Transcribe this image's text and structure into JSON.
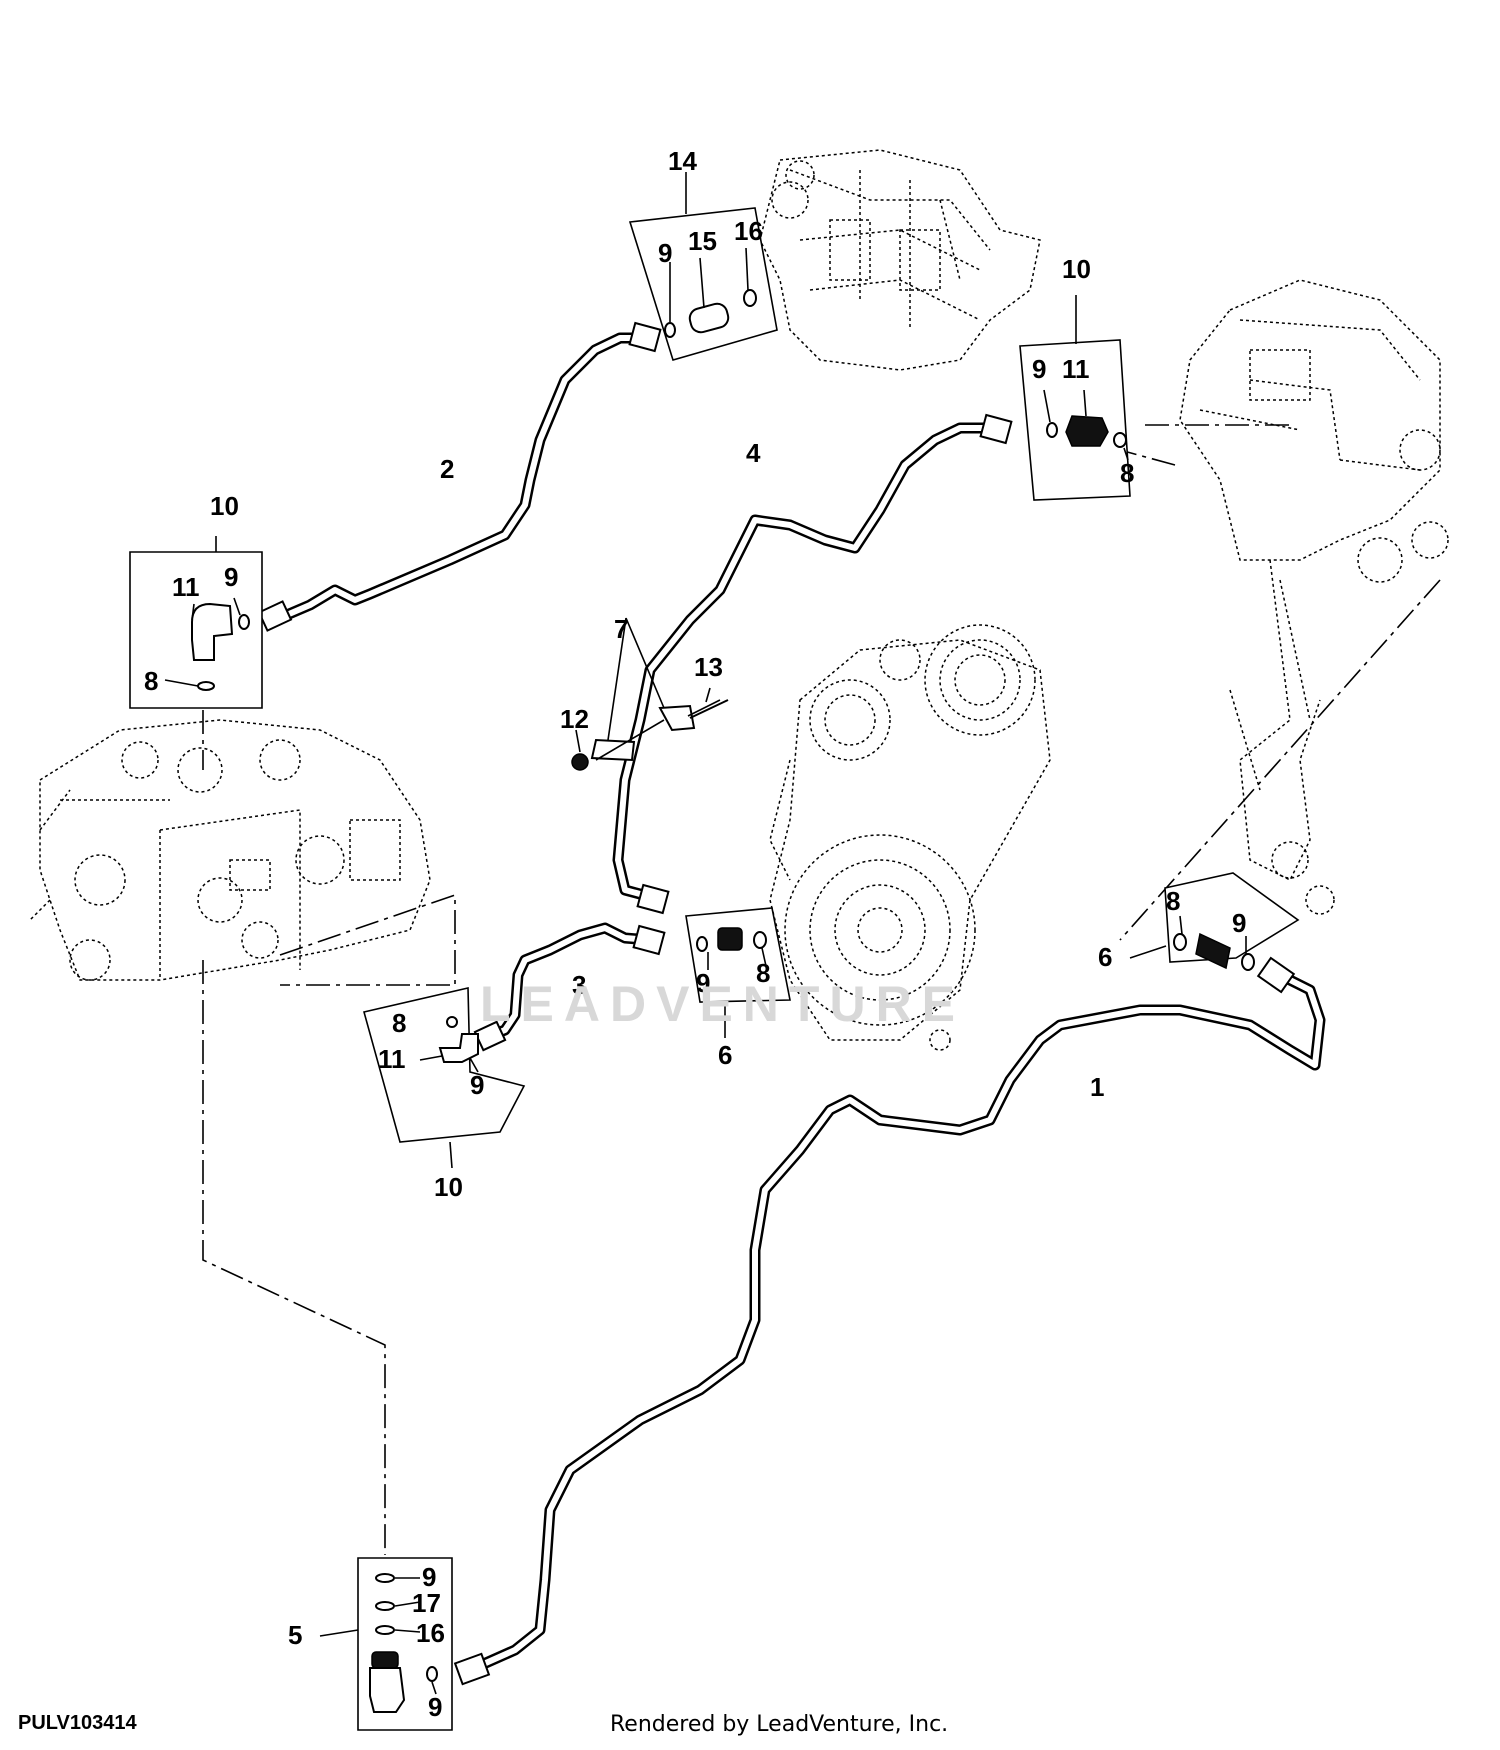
{
  "figure": {
    "code": "PULV103414",
    "credit": "Rendered by LeadVenture, Inc.",
    "watermark": "LEADVENTURE"
  },
  "callouts": {
    "c1": "1",
    "c2": "2",
    "c3": "3",
    "c4": "4",
    "c5": "5",
    "c6a": "6",
    "c6b": "6",
    "c7": "7",
    "c8a": "8",
    "c8b": "8",
    "c8c": "8",
    "c8d": "8",
    "c8e": "8",
    "c9a": "9",
    "c9b": "9",
    "c9c": "9",
    "c9d": "9",
    "c9e": "9",
    "c9f": "9",
    "c9g": "9",
    "c9h": "9",
    "c10a": "10",
    "c10b": "10",
    "c10c": "10",
    "c11a": "11",
    "c11b": "11",
    "c11c": "11",
    "c12": "12",
    "c13": "13",
    "c14": "14",
    "c15": "15",
    "c16a": "16",
    "c16b": "16",
    "c17": "17"
  }
}
